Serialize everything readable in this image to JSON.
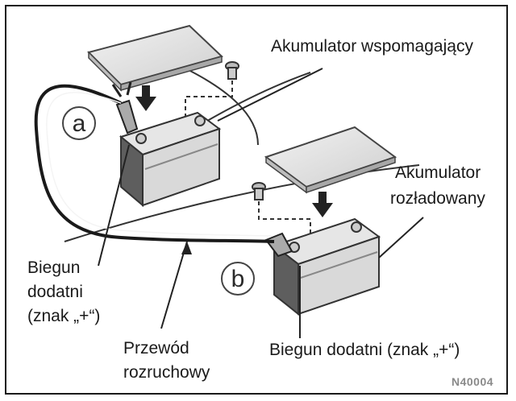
{
  "labels": {
    "booster_battery": "Akumulator wspomagający",
    "discharged_battery_line1": "Akumulator",
    "discharged_battery_line2": "rozładowany",
    "positive_left_line1": "Biegun",
    "positive_left_line2": "dodatni",
    "positive_left_line3": "(znak „+“)",
    "cable_line1": "Przewód",
    "cable_line2": "rozruchowy",
    "positive_right": "Biegun dodatni (znak „+“)",
    "marker_a": "a",
    "marker_b": "b",
    "figure_code": "N40004"
  },
  "colors": {
    "battery_body": "#6b6b6b",
    "battery_front": "#d6d6d6",
    "battery_top": "#e8e8e8",
    "cover": "#dcdcdc",
    "line": "#1a1a1a"
  }
}
